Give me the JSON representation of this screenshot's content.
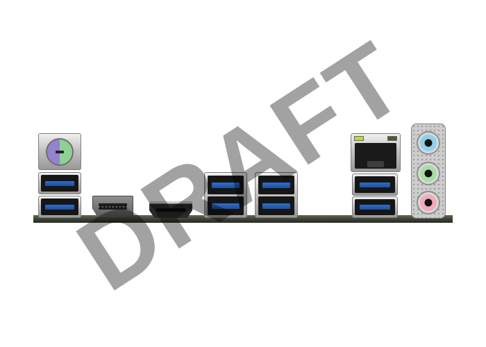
{
  "watermark": {
    "text": "DRAFT"
  },
  "colors": {
    "watermark_gray": "#a2a2a2",
    "pcb_edge": "#41463a",
    "usb_blue": "#2f6dca",
    "usb_blue_dark": "#1f4f9c",
    "ps2_purple": "#9483cf",
    "ps2_green": "#8fd094",
    "led_on": "#c4d44d",
    "audio_line_in": "#8fd0ea",
    "audio_line_out": "#a7dca3",
    "audio_mic": "#f3aab9"
  },
  "ports": [
    {
      "name": "ps2-combo-port",
      "icon": "ps2-keyboard-mouse-combo"
    },
    {
      "name": "usb3-left-top",
      "icon": "usb3-type-a-port"
    },
    {
      "name": "usb3-left-bottom",
      "icon": "usb3-type-a-port"
    },
    {
      "name": "displayport",
      "icon": "displayport-connector"
    },
    {
      "name": "hdmi",
      "icon": "hdmi-connector"
    },
    {
      "name": "usb3-center-a-top",
      "icon": "usb3-type-a-port"
    },
    {
      "name": "usb3-center-a-bottom",
      "icon": "usb3-type-a-port"
    },
    {
      "name": "usb3-center-b-top",
      "icon": "usb3-type-a-port"
    },
    {
      "name": "usb3-center-b-bottom",
      "icon": "usb3-type-a-port"
    },
    {
      "name": "ethernet-rj45",
      "icon": "lan-port-with-leds"
    },
    {
      "name": "usb3-right-top",
      "icon": "usb3-type-a-port"
    },
    {
      "name": "usb3-right-bottom",
      "icon": "usb3-type-a-port"
    },
    {
      "name": "audio-line-in",
      "icon": "audio-jack-blue"
    },
    {
      "name": "audio-line-out",
      "icon": "audio-jack-green"
    },
    {
      "name": "audio-mic",
      "icon": "audio-jack-pink"
    }
  ]
}
